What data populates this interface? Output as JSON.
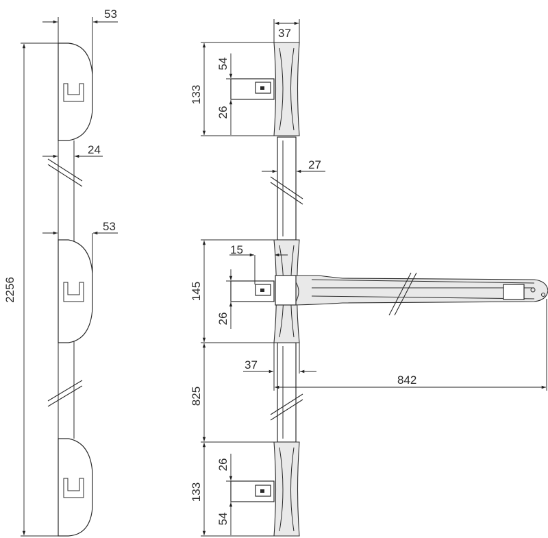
{
  "dimensions": {
    "left_total_height": "2256",
    "left_top_depth": "53",
    "left_mid_depth": "53",
    "left_bar_width": "24",
    "right_bracket_width": "37",
    "top_bracket_height": "133",
    "top_upper_offset": "54",
    "top_lower_offset": "26",
    "tube_diameter": "27",
    "mid_horizontal_offset": "15",
    "mid_bracket_height": "145",
    "mid_lower_offset": "26",
    "bar_spacing_837": "37",
    "arm_length": "842",
    "mid_to_bottom": "825",
    "bottom_bracket_height": "133",
    "bottom_upper_offset": "26",
    "bottom_lower_offset": "54"
  }
}
